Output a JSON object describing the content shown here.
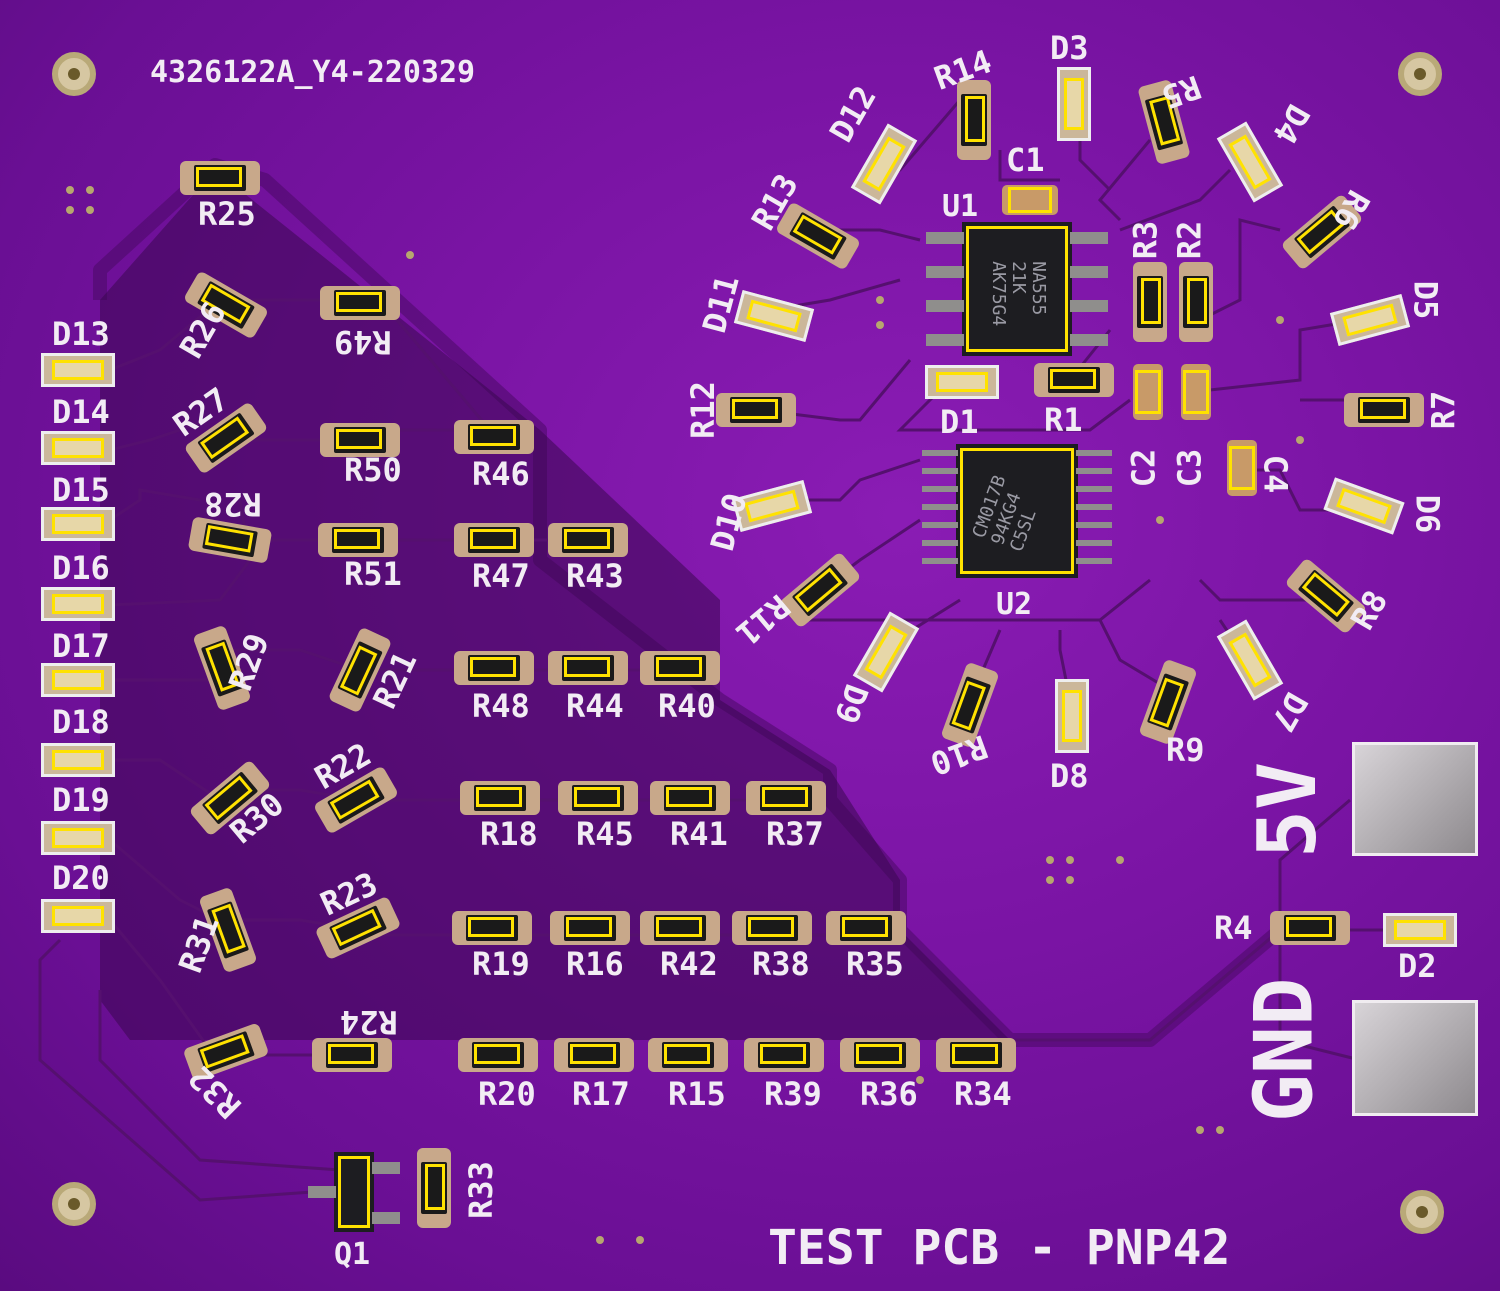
{
  "board": {
    "top_code": "4326122A_Y4-220329",
    "title": "TEST PCB - PNP42",
    "power_label": "5V",
    "ground_label": "GND"
  },
  "ics": {
    "u1": {
      "ref": "U1",
      "marking": "NA555\n21K\nAK75G4"
    },
    "u2": {
      "ref": "U2",
      "marking": "CM017B\n94KG4\nC5SL"
    },
    "q1": {
      "ref": "Q1"
    }
  },
  "labels": {
    "R25": "R25",
    "R26": "R26",
    "R27": "R27",
    "R28": "R28",
    "R29": "R29",
    "R30": "R30",
    "R31": "R31",
    "R32": "R32",
    "R33": "R33",
    "R49": "R49",
    "R50": "R50",
    "R51": "R51",
    "R21": "R21",
    "R22": "R22",
    "R23": "R23",
    "R24": "R24",
    "R46": "R46",
    "R47": "R47",
    "R43": "R43",
    "R48": "R48",
    "R44": "R44",
    "R40": "R40",
    "R18": "R18",
    "R45": "R45",
    "R41": "R41",
    "R37": "R37",
    "R19": "R19",
    "R16": "R16",
    "R42": "R42",
    "R38": "R38",
    "R35": "R35",
    "R20": "R20",
    "R17": "R17",
    "R15": "R15",
    "R39": "R39",
    "R36": "R36",
    "R34": "R34",
    "R1": "R1",
    "R2": "R2",
    "R3": "R3",
    "R4": "R4",
    "R5": "R5",
    "R6": "R6",
    "R7": "R7",
    "R8": "R8",
    "R9": "R9",
    "R10": "R10",
    "R11": "R11",
    "R12": "R12",
    "R13": "R13",
    "R14": "R14",
    "C1": "C1",
    "C2": "C2",
    "C3": "C3",
    "C4": "C4",
    "D1": "D1",
    "D2": "D2",
    "D3": "D3",
    "D4": "D4",
    "D5": "D5",
    "D6": "D6",
    "D7": "D7",
    "D8": "D8",
    "D9": "D9",
    "D10": "D10",
    "D11": "D11",
    "D12": "D12",
    "D13": "D13",
    "D14": "D14",
    "D15": "D15",
    "D16": "D16",
    "D17": "D17",
    "D18": "D18",
    "D19": "D19",
    "D20": "D20"
  }
}
